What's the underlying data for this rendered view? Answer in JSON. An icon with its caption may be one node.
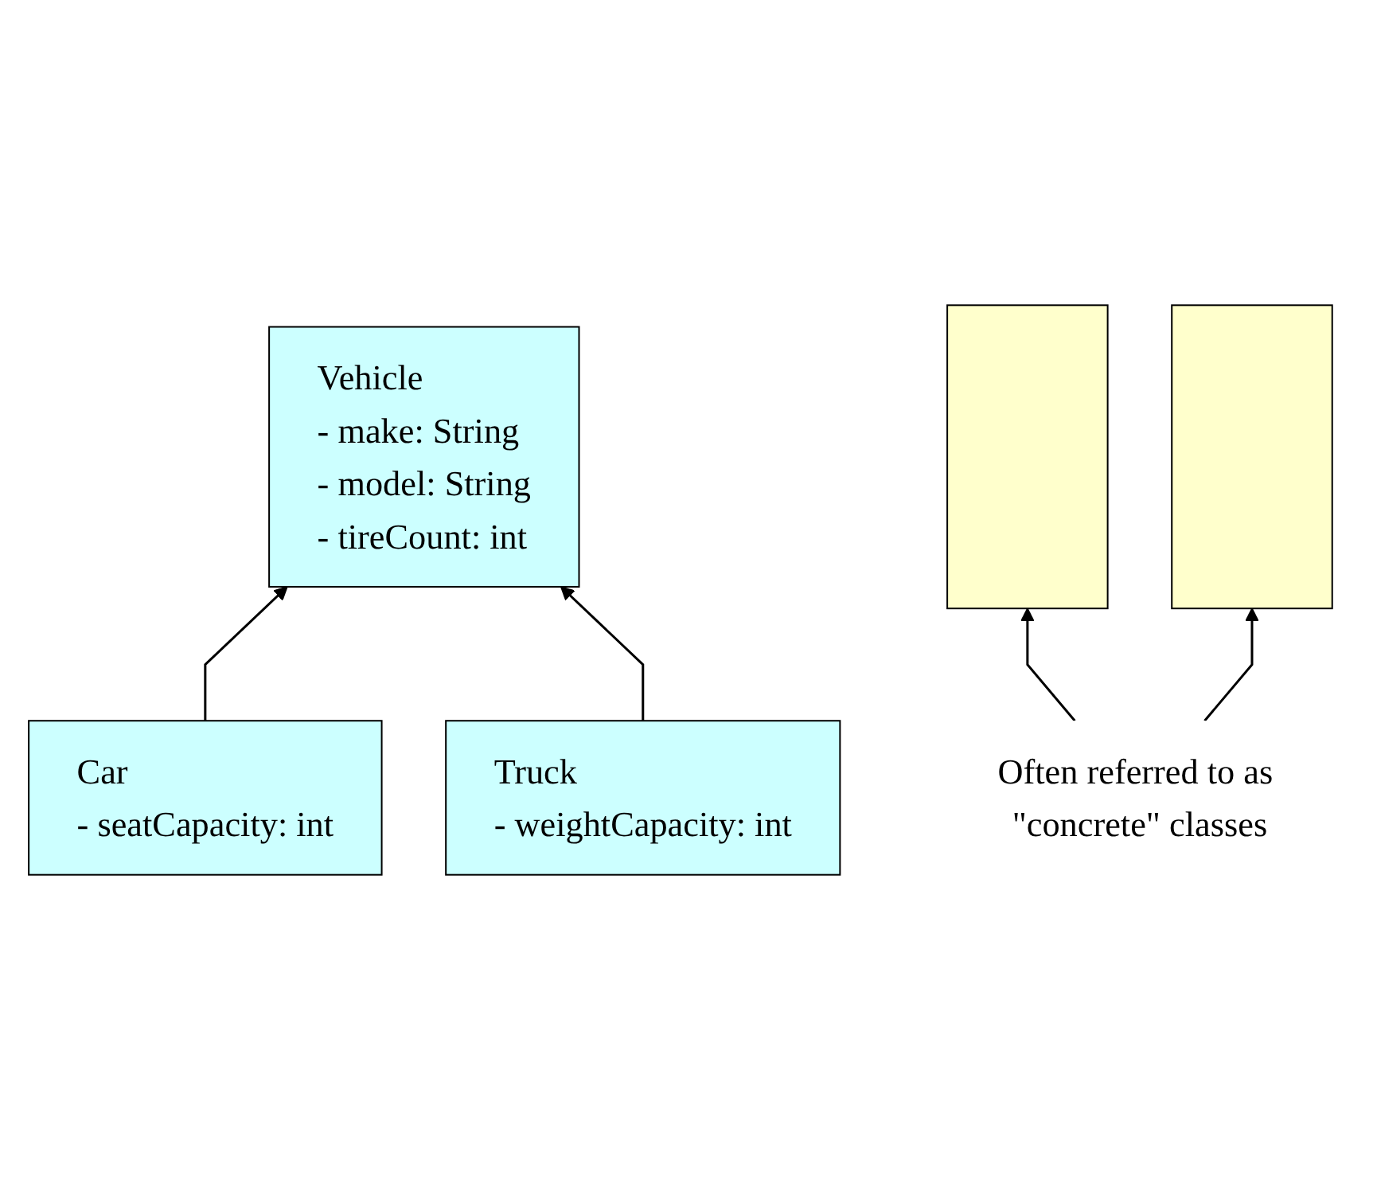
{
  "diagram": {
    "nodes": [
      {
        "text": [
          "Vehicle",
          "- make: String",
          "- model: String",
          "- tireCount: int"
        ]
      },
      {
        "text": [],
        "shape": "box"
      },
      {
        "text": [
          "Car",
          "- seatCapacity: int"
        ]
      },
      {
        "text": [
          "Truck",
          "- weightCapacity: int"
        ]
      },
      {
        "text": [],
        "shape": "box"
      },
      {
        "text": [
          "Often referred to as \"concrete\" classes"
        ]
      }
    ],
    "edges": [
      {
        "from": 2,
        "to": 0,
        "arrow": "to"
      },
      {
        "from": 3,
        "to": 0,
        "arrow": "to"
      },
      {
        "from": 5,
        "to": 1,
        "arrow": "to"
      },
      {
        "from": 5,
        "to": 4,
        "arrow": "to"
      }
    ]
  }
}
